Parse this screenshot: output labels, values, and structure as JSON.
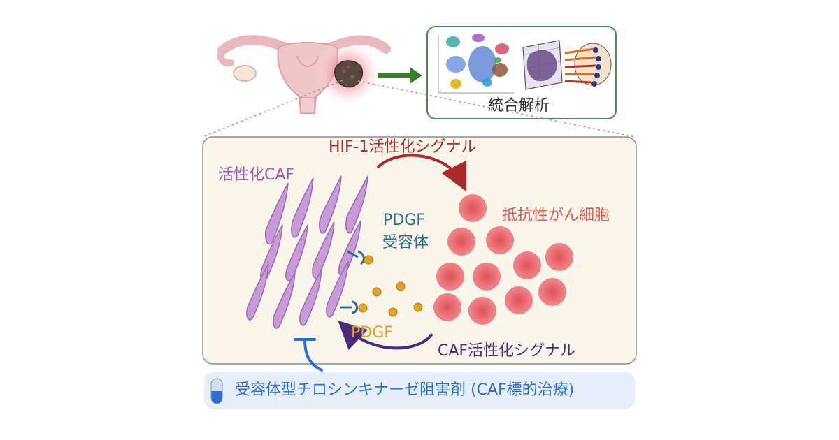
{
  "labels": {
    "analysis": "統合解析",
    "hif_signal": "HIF-1活性化シグナル",
    "activated_caf": "活性化CAF",
    "resistant_cells": "抵抗性がん細胞",
    "pdgf_receptor_line1": "PDGF",
    "pdgf_receptor_line2": "受容体",
    "pdgf": "PDGF",
    "caf_signal": "CAF活性化シグナル",
    "therapy": "受容体型チロシンキナーゼ阻害剤 (CAF標的治療)"
  },
  "colors": {
    "hif": "#c0392b",
    "caf": "#9b59b6",
    "resistant": "#e05a5a",
    "receptor": "#2e6f8e",
    "pdgf": "#e0a420",
    "caf_signal": "#4a2a7a",
    "therapy": "#2a6fd6",
    "analysis_box": "#4a8a4a",
    "arrow_green": "#3a7d2a"
  },
  "icons": [
    "uterus-icon",
    "tumor-icon",
    "single-cell-cluster-icon",
    "tissue-slide-icon",
    "sequencing-reads-icon",
    "pill-capsule-icon"
  ]
}
